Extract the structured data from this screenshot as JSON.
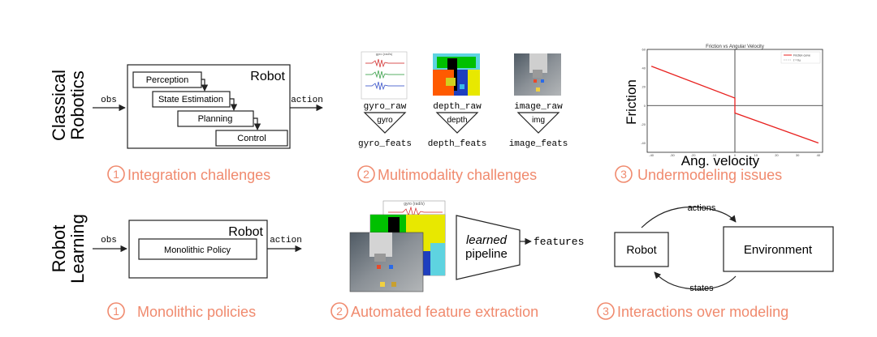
{
  "rows": {
    "classical": {
      "line1": "Classical",
      "line2": "Robotics"
    },
    "learning": {
      "line1": "Robot",
      "line2": "Learning"
    }
  },
  "classical_robot": {
    "title": "Robot",
    "obs": "obs",
    "action": "action",
    "stages": [
      "Perception",
      "State Estimation",
      "Planning",
      "Control"
    ]
  },
  "modalities": [
    {
      "raw": "gyro_raw",
      "encoder": "gyro",
      "feats": "gyro_feats"
    },
    {
      "raw": "depth_raw",
      "encoder": "depth",
      "feats": "depth_feats"
    },
    {
      "raw": "image_raw",
      "encoder": "img",
      "feats": "image_feats"
    }
  ],
  "mini_plot": {
    "title": "gyro (rad/s)"
  },
  "friction_chart": {
    "title": "Friction vs Angular Velocity",
    "xlabel": "Ang. velocity",
    "ylabel": "Friction",
    "legend": [
      "Friction curve",
      "τ = fω"
    ]
  },
  "chart_data": {
    "type": "line",
    "title": "Friction vs Angular Velocity",
    "xlabel": "Ang. velocity",
    "ylabel": "Friction",
    "xlim": [
      -42,
      42
    ],
    "ylim": [
      -50,
      60
    ],
    "xticks": [
      -40,
      -30,
      -20,
      -10,
      0,
      10,
      20,
      30,
      40
    ],
    "yticks": [
      -40,
      -20,
      0,
      20,
      40,
      60
    ],
    "series": [
      {
        "name": "Friction curve",
        "color": "#e8211f",
        "x": [
          -40,
          0,
          0,
          40
        ],
        "y": [
          42,
          8,
          -8,
          -40
        ]
      }
    ],
    "legend_position": "top-right",
    "grid": false
  },
  "learning_robot": {
    "title": "Robot",
    "obs": "obs",
    "action": "action",
    "policy": "Monolithic Policy"
  },
  "pipeline": {
    "line1": "learned",
    "line2": "pipeline",
    "output": "features"
  },
  "loop": {
    "robot": "Robot",
    "env": "Environment",
    "top": "actions",
    "bottom": "states"
  },
  "captions": {
    "top": [
      {
        "num": "1",
        "text": "Integration challenges"
      },
      {
        "num": "2",
        "text": "Multimodality challenges"
      },
      {
        "num": "3",
        "text": "Undermodeling issues"
      }
    ],
    "bottom": [
      {
        "num": "1",
        "text": "Monolithic policies"
      },
      {
        "num": "2",
        "text": "Automated feature extraction"
      },
      {
        "num": "3",
        "text": "Interactions over modeling"
      }
    ]
  },
  "colors": {
    "accent": "#f08a6e",
    "friction_line": "#e8211f"
  }
}
